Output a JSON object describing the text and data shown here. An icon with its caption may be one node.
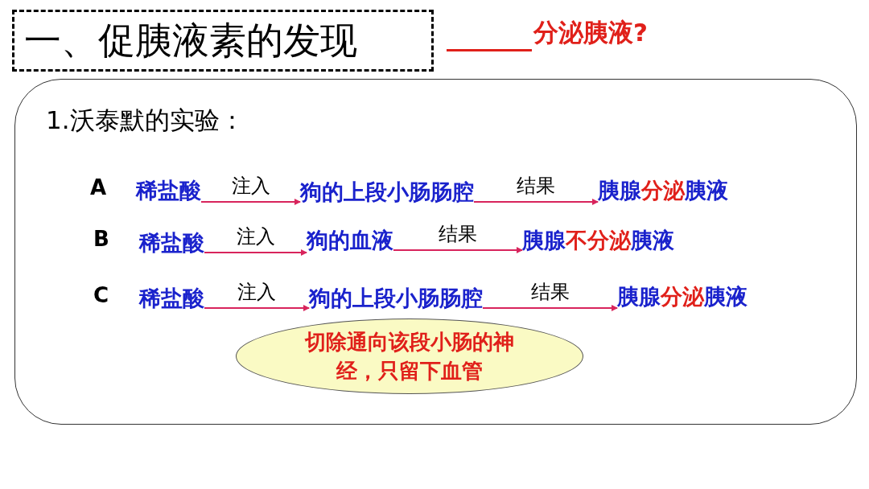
{
  "diagram": {
    "title": "一、促胰液素的发现",
    "nodes": [
      {
        "text": [
          "1.沃泰默的实验："
        ]
      },
      {
        "text": [
          "稀盐酸"
        ],
        "in": 0
      },
      {
        "text": [
          "狗的上段小肠肠腔"
        ],
        "in": 0
      },
      {
        "text": [
          "胰腺**分泌**胰液"
        ],
        "in": 0
      },
      {
        "text": [
          "稀盐酸"
        ],
        "in": 0
      },
      {
        "text": [
          "狗的血液"
        ],
        "in": 0
      },
      {
        "text": [
          "胰腺**不分泌**胰液"
        ],
        "in": 0
      },
      {
        "text": [
          "稀盐酸"
        ],
        "in": 0
      },
      {
        "text": [
          "狗的上段小肠肠腔"
        ],
        "in": 0
      },
      {
        "text": [
          "胰腺**分泌**胰液"
        ],
        "in": 0
      },
      {
        "text": [
          "切除通向该段小肠的神经，只留下血管"
        ],
        "in": 0
      }
    ],
    "edges": [
      {
        "from": 1,
        "to": 2,
        "arrow": "to",
        "label": "注入"
      },
      {
        "from": 2,
        "to": 3,
        "arrow": "to",
        "label": "结果"
      },
      {
        "from": 4,
        "to": 5,
        "arrow": "to",
        "label": "注入"
      },
      {
        "from": 5,
        "to": 6,
        "arrow": "to",
        "label": "结果"
      },
      {
        "from": 7,
        "to": 8,
        "arrow": "to",
        "label": "注入"
      },
      {
        "from": 8,
        "to": 9,
        "arrow": "to",
        "label": "结果"
      }
    ],
    "labels": [
      "分泌胰液?",
      "A",
      "B",
      "C"
    ]
  }
}
